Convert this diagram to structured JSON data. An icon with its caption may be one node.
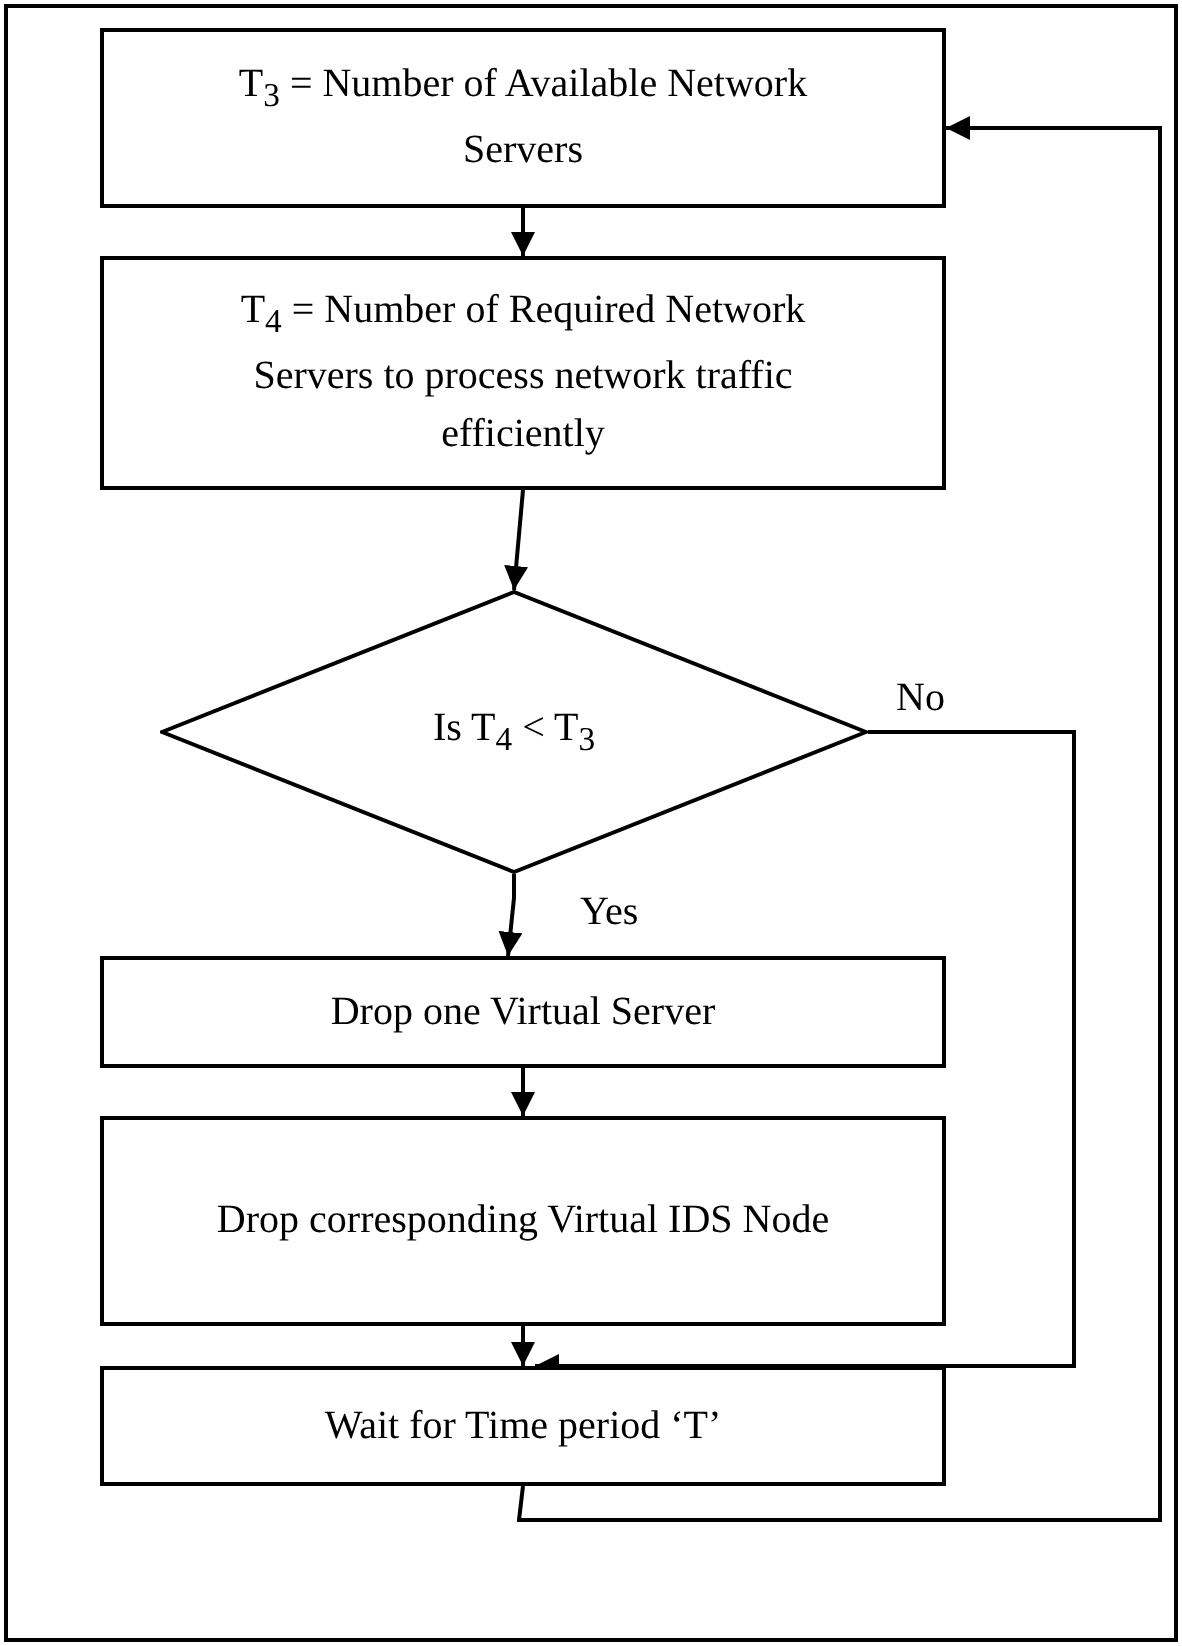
{
  "diagram": {
    "nodes": [
      {
        "text": [
          "T$_{3}$ = Number of Available Network Servers"
        ]
      },
      {
        "text": [
          "T$_{4}$ = Number of Required Network Servers to process network traffic efficiently"
        ]
      },
      {
        "text": [
          "Is T$_{4}$ < T$_{3}$"
        ]
      },
      {
        "text": [
          "Drop one Virtual Server"
        ]
      },
      {
        "text": [
          "Drop corresponding Virtual IDS Node"
        ]
      },
      {
        "text": [
          "Wait for Time period ‘T’"
        ]
      }
    ],
    "edges": [
      {
        "from": 0,
        "to": 1,
        "arrow": "to"
      },
      {
        "from": 1,
        "to": 2,
        "arrow": "to"
      },
      {
        "from": 2,
        "to": 3,
        "arrow": "to",
        "label": "Yes"
      },
      {
        "from": 3,
        "to": 4,
        "arrow": "to"
      },
      {
        "from": 4,
        "to": 5,
        "arrow": "to"
      },
      {
        "from": 2,
        "to": 5,
        "arrow": "to",
        "label": "No"
      },
      {
        "from": 5,
        "to": 0,
        "arrow": "to"
      }
    ]
  }
}
